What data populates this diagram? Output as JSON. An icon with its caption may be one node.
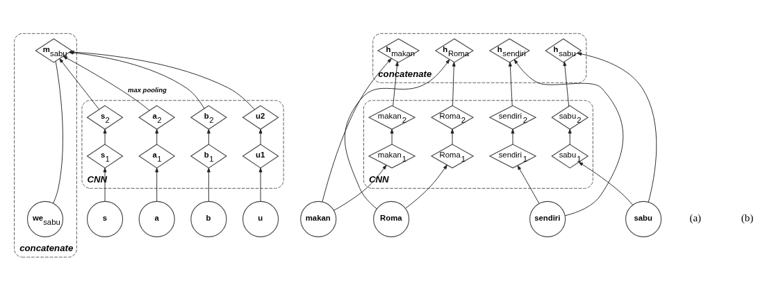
{
  "diagram": {
    "nodes": [
      {
        "text": [
          "concatenate"
        ]
      },
      {
        "text": [
          "m$_{sabu}$"
        ],
        "in": 0
      },
      {
        "text": [
          "we$_{sabu}$"
        ],
        "in": 0
      },
      {
        "text": [
          "CNN"
        ]
      },
      {
        "text": [
          "s$_{2}$"
        ],
        "in": 3
      },
      {
        "text": [
          "a$_{2}$"
        ],
        "in": 3
      },
      {
        "text": [
          "b$_{2}$"
        ],
        "in": 3
      },
      {
        "text": [
          "u2"
        ],
        "in": 3
      },
      {
        "text": [
          "s$_{1}$"
        ],
        "in": 3
      },
      {
        "text": [
          "a$_{1}$"
        ],
        "in": 3
      },
      {
        "text": [
          "b$_{1}$"
        ],
        "in": 3
      },
      {
        "text": [
          "u1"
        ],
        "in": 3
      },
      {
        "text": [
          "s"
        ]
      },
      {
        "text": [
          "a"
        ]
      },
      {
        "text": [
          "b"
        ]
      },
      {
        "text": [
          "u"
        ]
      },
      {
        "text": [
          "concatenate"
        ]
      },
      {
        "text": [
          "h$_{Roma}$"
        ],
        "in": 16
      },
      {
        "text": [
          "h$_{makan}$"
        ],
        "in": 16
      },
      {
        "text": [
          "h$_{sabu}$"
        ],
        "in": 16
      },
      {
        "text": [
          "h$_{sendiri}$"
        ],
        "in": 16
      },
      {
        "text": [
          "CNN"
        ]
      },
      {
        "text": [
          "Roma$_{2}$"
        ],
        "in": 21
      },
      {
        "text": [
          "makan$_{2}$"
        ],
        "in": 21
      },
      {
        "text": [
          "sabu$_{2}$"
        ],
        "in": 21
      },
      {
        "text": [
          "sendiri$_{2}$"
        ],
        "in": 21
      },
      {
        "text": [
          "Roma$_{1}$"
        ],
        "in": 21
      },
      {
        "text": [
          "makan$_{1}$"
        ],
        "in": 21
      },
      {
        "text": [
          "sabu$_{1}$"
        ],
        "in": 21
      },
      {
        "text": [
          "sendiri$_{1}$"
        ],
        "in": 21
      },
      {
        "text": [
          "Roma"
        ]
      },
      {
        "text": [
          "makan"
        ]
      },
      {
        "text": [
          "sabu"
        ]
      },
      {
        "text": [
          "sendiri"
        ]
      }
    ],
    "edges": [
      {
        "from": 1,
        "to": 2,
        "arrow": "none"
      },
      {
        "from": 4,
        "to": 1,
        "arrow": "to"
      },
      {
        "from": 5,
        "to": 1,
        "arrow": "to",
        "label": "max pooling"
      },
      {
        "from": 6,
        "to": 1,
        "arrow": "to"
      },
      {
        "from": 7,
        "to": 1,
        "arrow": "to"
      },
      {
        "from": 8,
        "to": 4,
        "arrow": "to"
      },
      {
        "from": 9,
        "to": 5,
        "arrow": "to"
      },
      {
        "from": 10,
        "to": 6,
        "arrow": "to"
      },
      {
        "from": 11,
        "to": 7,
        "arrow": "to"
      },
      {
        "from": 12,
        "to": 8,
        "arrow": "to"
      },
      {
        "from": 13,
        "to": 9,
        "arrow": "to"
      },
      {
        "from": 14,
        "to": 10,
        "arrow": "to"
      },
      {
        "from": 15,
        "to": 11,
        "arrow": "to"
      },
      {
        "from": 22,
        "to": 17,
        "arrow": "to"
      },
      {
        "from": 23,
        "to": 18,
        "arrow": "to"
      },
      {
        "from": 24,
        "to": 19,
        "arrow": "to"
      },
      {
        "from": 25,
        "to": 20,
        "arrow": "to"
      },
      {
        "from": 26,
        "to": 22,
        "arrow": "to"
      },
      {
        "from": 27,
        "to": 23,
        "arrow": "to"
      },
      {
        "from": 28,
        "to": 24,
        "arrow": "to"
      },
      {
        "from": 29,
        "to": 25,
        "arrow": "to"
      },
      {
        "from": 30,
        "to": 26,
        "arrow": "to"
      },
      {
        "from": 31,
        "to": 27,
        "arrow": "to"
      },
      {
        "from": 32,
        "to": 28,
        "arrow": "to"
      },
      {
        "from": 33,
        "to": 29,
        "arrow": "to"
      },
      {
        "from": 30,
        "to": 17,
        "arrow": "to"
      },
      {
        "from": 31,
        "to": 18,
        "arrow": "to"
      },
      {
        "from": 32,
        "to": 19,
        "arrow": "to"
      },
      {
        "from": 33,
        "to": 20,
        "arrow": "to"
      }
    ],
    "labels": [
      "(a)",
      "(b)"
    ]
  }
}
